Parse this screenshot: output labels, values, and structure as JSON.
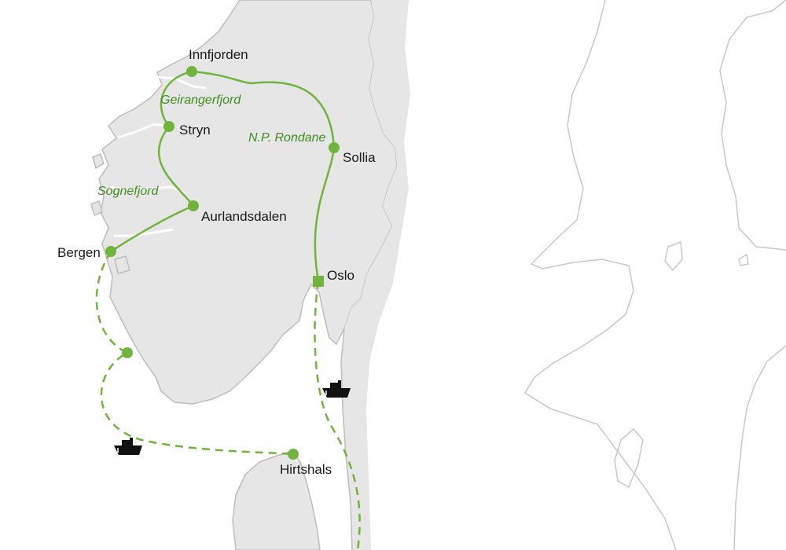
{
  "colors": {
    "land": "#e6e6e6",
    "coast": "#bdbdbd",
    "route": "#72b33d",
    "region_text": "#3f8f1f",
    "label_text": "#1a1a1a",
    "ferry_icon": "#111111"
  },
  "route": {
    "overland": "solid",
    "ferry": "dashed"
  },
  "places": {
    "innfjorden": {
      "name": "Innfjorden",
      "marker": "circle"
    },
    "stryn": {
      "name": "Stryn",
      "marker": "circle"
    },
    "sollia": {
      "name": "Sollia",
      "marker": "circle"
    },
    "aurlandsdalen": {
      "name": "Aurlandsdalen",
      "marker": "circle"
    },
    "bergen": {
      "name": "Bergen",
      "marker": "circle"
    },
    "oslo": {
      "name": "Oslo",
      "marker": "square"
    },
    "hirtshals": {
      "name": "Hirtshals",
      "marker": "circle"
    },
    "south_stop": {
      "name": "",
      "marker": "circle"
    }
  },
  "regions": {
    "geirangerfjord": "Geirangerfjord",
    "rondane": "N.P. Rondane",
    "sognefjord": "Sognefjord"
  },
  "icons": {
    "ferry_west": "ship-icon",
    "ferry_east": "ship-icon"
  }
}
